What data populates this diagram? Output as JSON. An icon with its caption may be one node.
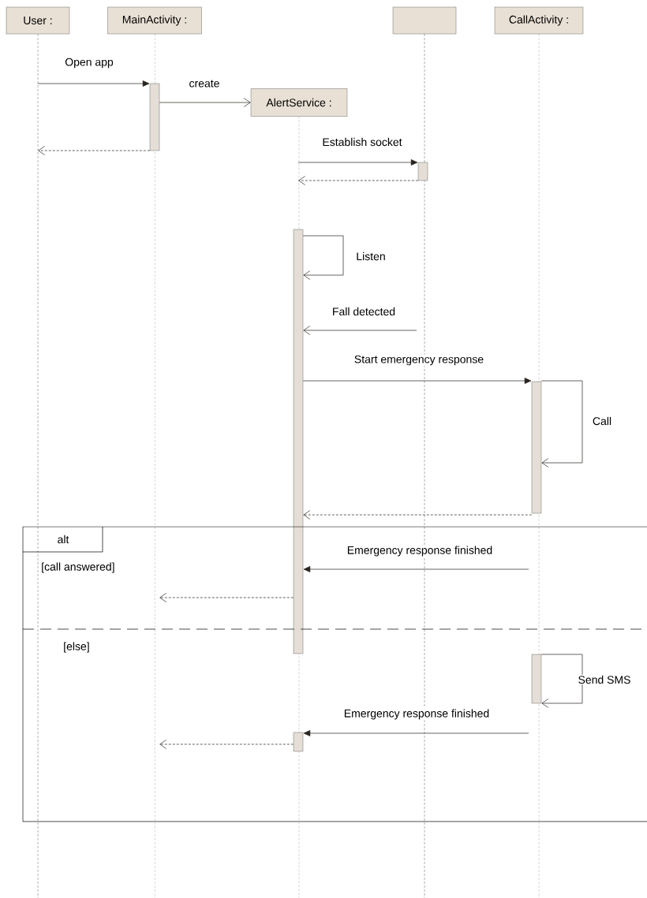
{
  "diagram": {
    "nodes": [
      {
        "text": [
          "User :"
        ]
      },
      {
        "text": [
          "MainActivity :"
        ]
      },
      {
        "text": [],
        "shape": "box"
      },
      {
        "text": [
          "CallActivity :"
        ]
      },
      {
        "text": [
          "AlertService :"
        ]
      },
      {
        "text": [],
        "shape": "bar"
      },
      {
        "text": [],
        "shape": "bar"
      },
      {
        "text": [],
        "shape": "bar"
      },
      {
        "text": [],
        "shape": "bar"
      },
      {
        "text": [
          "alt",
          "[call answered]",
          "[else]"
        ]
      },
      {
        "text": [],
        "shape": "bar",
        "in": 9
      },
      {
        "text": [],
        "shape": "bar",
        "in": 9
      }
    ],
    "edges": [
      {
        "from": null,
        "to": 5,
        "arrow": "to",
        "label": "Open app"
      },
      {
        "from": 5,
        "to": 4,
        "arrow": "to",
        "label": "create"
      },
      {
        "from": 5,
        "to": null,
        "arrow": "to",
        "style": "dashed"
      },
      {
        "from": null,
        "to": 6,
        "arrow": "to",
        "label": "Establish socket"
      },
      {
        "from": 6,
        "to": null,
        "arrow": "to",
        "style": "dashed"
      },
      {
        "from": 7,
        "to": 7,
        "arrow": "to",
        "label": "Listen"
      },
      {
        "from": null,
        "to": 7,
        "arrow": "to",
        "label": "Fall detected"
      },
      {
        "from": 7,
        "to": 8,
        "arrow": "to",
        "label": "Start emergency response"
      },
      {
        "from": 8,
        "to": 8,
        "arrow": "to",
        "label": "Call"
      },
      {
        "from": 8,
        "to": 7,
        "arrow": "to",
        "style": "dashed"
      },
      {
        "from": null,
        "to": 7,
        "arrow": "to",
        "label": "Emergency response finished"
      },
      {
        "from": 7,
        "to": null,
        "arrow": "to",
        "style": "dashed"
      },
      {
        "from": 10,
        "to": 10,
        "arrow": "to",
        "label": "Send SMS"
      },
      {
        "from": null,
        "to": 11,
        "arrow": "to",
        "label": "Emergency response finished"
      },
      {
        "from": 11,
        "to": null,
        "arrow": "to",
        "style": "dashed"
      }
    ]
  }
}
